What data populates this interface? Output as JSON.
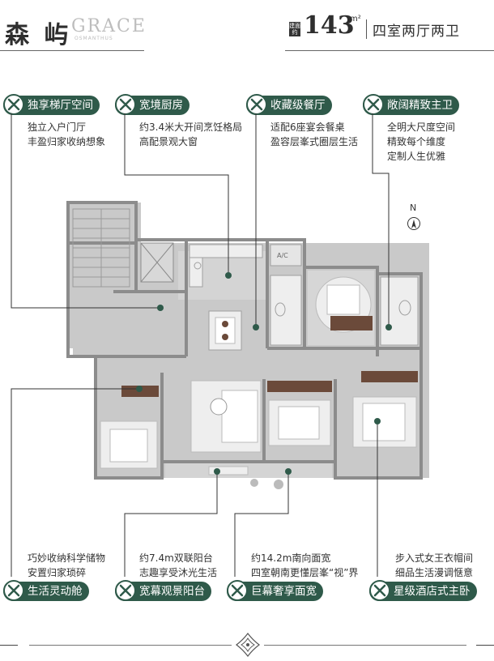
{
  "header": {
    "title": "森 屿",
    "brand": "GRACE",
    "brand_sub": "OSMANTHUS",
    "area_label": "建面约",
    "area_value": "143",
    "area_unit": "m²",
    "layout_type": "四室两厅两卫"
  },
  "features_top": [
    {
      "title": "独享梯厅空间",
      "lines": [
        "独立入户门厅",
        "丰盈归家收纳想象"
      ]
    },
    {
      "title": "宽境厨房",
      "lines": [
        "约3.4米大开间烹饪格局",
        "高配景观大窗"
      ]
    },
    {
      "title": "收藏级餐厅",
      "lines": [
        "适配6座宴会餐桌",
        "盈容层峯式圈层生活"
      ]
    },
    {
      "title": "敞阔精致主卫",
      "lines": [
        "全明大尺度空间",
        "精致每个维度",
        "定制人生优雅"
      ]
    }
  ],
  "features_bottom": [
    {
      "title": "生活灵动舱",
      "lines": [
        "巧妙收纳科学储物",
        "安置归家琐碎"
      ]
    },
    {
      "title": "宽幕观景阳台",
      "lines": [
        "约7.4m双联阳台",
        "志趣享受沐光生活"
      ]
    },
    {
      "title": "巨幕奢享面宽",
      "lines": [
        "约14.2m南向面宽",
        "四室朝南更懂层峯“视”界"
      ]
    },
    {
      "title": "星级酒店式主卧",
      "lines": [
        "步入式女王衣帽间",
        "细品生活漫调惬意"
      ]
    }
  ],
  "plan": {
    "ac_label": "A/C",
    "north_label": "N"
  },
  "colors": {
    "accent": "#2f5a4a",
    "wall": "#8c8c8c",
    "floor": "#c9c9c9",
    "furniture": "#eeeeee",
    "wood": "#6b4a3a"
  }
}
